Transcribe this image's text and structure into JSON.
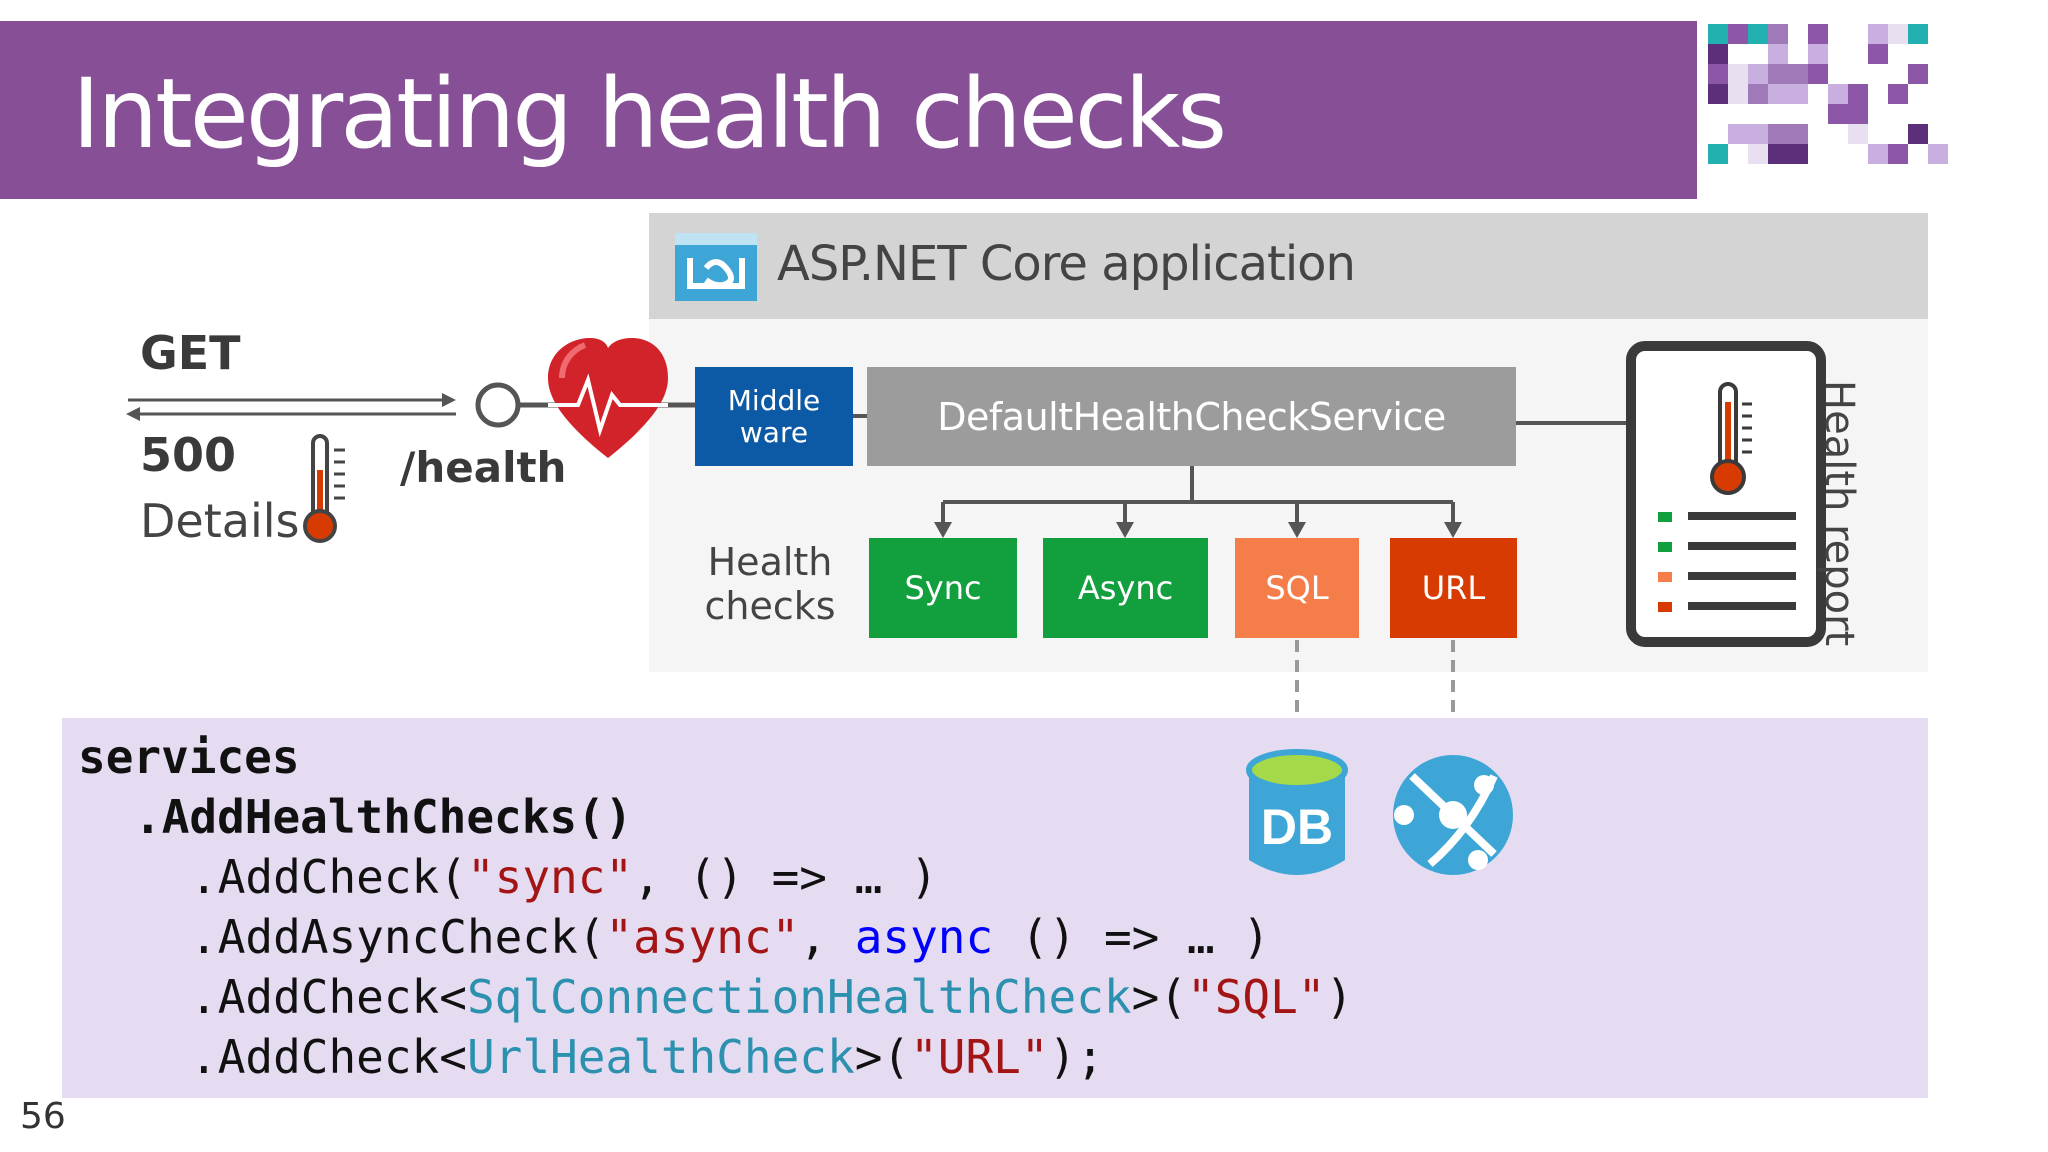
{
  "title": "Integrating health checks",
  "app": {
    "title": "ASP.NET Core application"
  },
  "request": {
    "method": "GET",
    "status": "500",
    "details": "Details",
    "path": "/health"
  },
  "middleware": "Middle ware",
  "service": "DefaultHealthCheckService",
  "health_checks_label": "Health checks",
  "checks": [
    "Sync",
    "Async",
    "SQL",
    "URL"
  ],
  "report_label": "Health report",
  "db_label": "DB",
  "code": {
    "line1": "services",
    "line2": ".AddHealthChecks()",
    "line3": {
      "a": ".AddCheck(",
      "b": "\"sync\"",
      "c": ", () => … )"
    },
    "line4": {
      "a": ".AddAsyncCheck(",
      "b": "\"async\"",
      "c": ", ",
      "d": "async",
      "e": " () => … )"
    },
    "line5": {
      "a": ".AddCheck<",
      "b": "SqlConnectionHealthCheck",
      "c": ">(",
      "d": "\"SQL\"",
      "e": ")"
    },
    "line6": {
      "a": ".AddCheck<",
      "b": "UrlHealthCheck",
      "c": ">(",
      "d": "\"URL\"",
      "e": ");"
    }
  },
  "page_number": "56",
  "colors": {
    "title_bar": "#874f96",
    "middleware": "#0c5aa6",
    "service": "#9c9c9c",
    "sync": "#12a03e",
    "async": "#12a03e",
    "sql": "#f47d4a",
    "url": "#d83b01",
    "code_bg": "#e6dcf2",
    "string": "#a31515",
    "keyword": "#0000ff",
    "type": "#2b91af"
  }
}
